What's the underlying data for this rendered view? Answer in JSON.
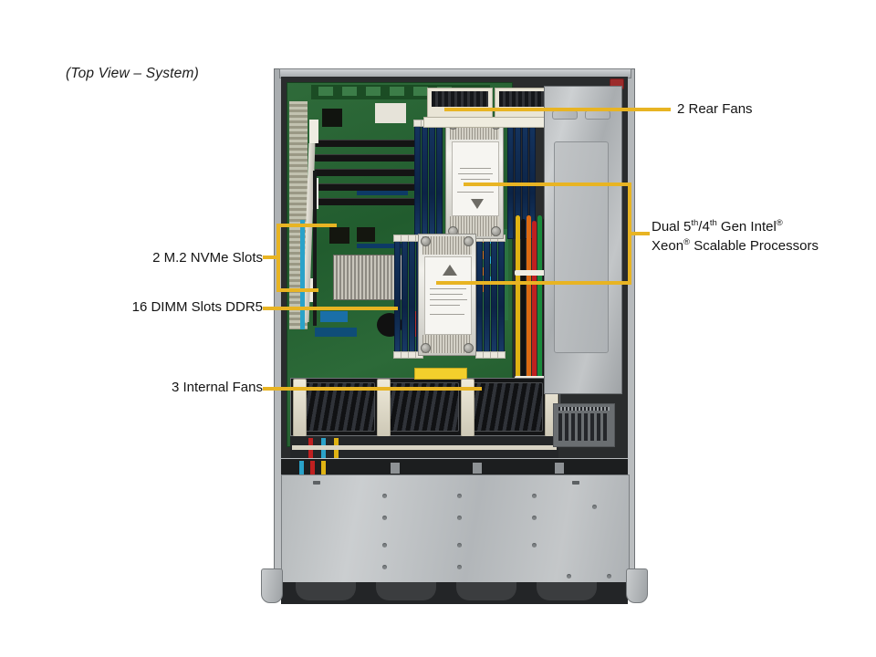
{
  "caption": "(Top View – System)",
  "accent_color": "#e8b423",
  "callouts": [
    {
      "id": "rear-fans",
      "text": "2 Rear Fans",
      "side": "right"
    },
    {
      "id": "processors",
      "line1": "Dual 5th/4th Gen Intel®",
      "line2": "Xeon® Scalable Processors",
      "side": "right"
    },
    {
      "id": "m2-slots",
      "text": "2 M.2 NVMe Slots",
      "side": "left"
    },
    {
      "id": "dimm-slots",
      "text": "16 DIMM Slots DDR5",
      "side": "left"
    },
    {
      "id": "internal-fans",
      "text": "3 Internal  Fans",
      "side": "left"
    }
  ],
  "processor_label": {
    "prefix": "Dual 5",
    "sup1": "th",
    "mid": "/4",
    "sup2": "th",
    "suffix": " Gen Intel",
    "reg1": "®",
    "line2_prefix": "Xeon",
    "reg2": "®",
    "line2_suffix": " Scalable Processors"
  },
  "components": {
    "chassis": "2U rackmount server chassis, top view, cover removed",
    "motherboard": "green server motherboard",
    "cpu_heatsinks": 2,
    "dimm_slots": 16,
    "rear_fans": 2,
    "internal_fans": 3,
    "m2_slots": 2,
    "psu_bay": "power supply bay with vent grille",
    "drive_bay_cover": "front drive bay sheet-metal cover"
  },
  "colors": {
    "pcb_green": "#2a6637",
    "dimm_blue": "#0f2c52",
    "heatsink_silver": "#e3e2dc",
    "chassis_grey": "#b7babd",
    "fan_clip_cream": "#e9e4d3",
    "warning_yellow": "#f3cf2c"
  }
}
